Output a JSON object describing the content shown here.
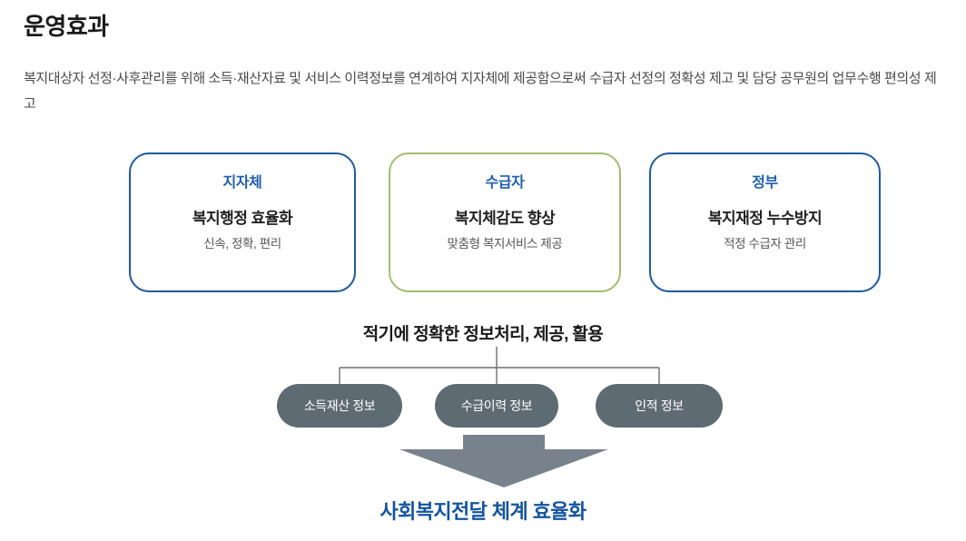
{
  "header": {
    "title": "운영효과",
    "description": "복지대상자 선정·사후관리를 위해 소득·재산자료 및 서비스 이력정보를 연계하여 지자체에 제공함으로써 수급자 선정의 정확성 제고 및 담당 공무원의 업무수행 편의성 제고"
  },
  "cards": [
    {
      "title": "지자체",
      "main": "복지행정 효율화",
      "sub": "신속, 정확, 편리",
      "border_color": "#1f5aa0",
      "title_color": "#1f5fad"
    },
    {
      "title": "수급자",
      "main": "복지체감도 향상",
      "sub": "맞춤형 복지서비스 제공",
      "border_color": "#a3bd71",
      "title_color": "#1f5fad"
    },
    {
      "title": "정부",
      "main": "복지재정 누수방지",
      "sub": "적정 수급자 관리",
      "border_color": "#1f5aa0",
      "title_color": "#1f5fad"
    }
  ],
  "mid_title": "적기에 정확한 정보처리, 제공, 활용",
  "chips": [
    {
      "label": "소득재산 정보"
    },
    {
      "label": "수급이력 정보"
    },
    {
      "label": "인적 정보"
    }
  ],
  "arrow": {
    "icon": "down-arrow-icon",
    "color": "#78828c"
  },
  "conclusion": {
    "text": "사회복지전달 체계 효율화",
    "color": "#14549e"
  },
  "colors": {
    "background": "#ffffff",
    "title": "#1a1a1a",
    "body_text": "#4a4a4a",
    "chip_fill": "#5f6b73",
    "chip_text": "#ffffff",
    "connector_line": "#6e6e6e",
    "accent_blue": "#1f5aa0",
    "accent_green": "#a3bd71"
  }
}
